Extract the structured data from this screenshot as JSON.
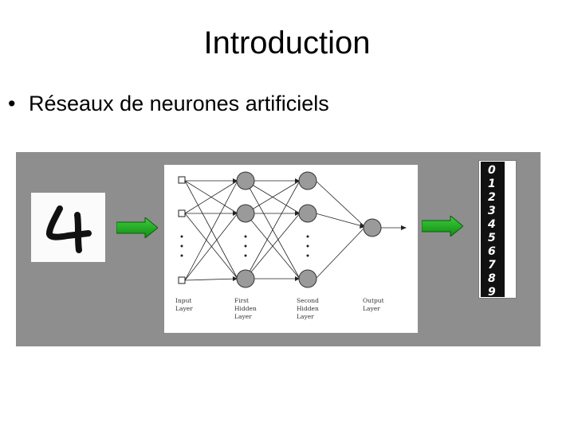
{
  "slide": {
    "title": "Introduction",
    "bullet_symbol": "•",
    "bullet_text": "Réseaux de neurones artificiels"
  },
  "input_digit": "4",
  "network": {
    "layers": [
      {
        "label_lines": [
          "Input",
          "Layer"
        ]
      },
      {
        "label_lines": [
          "First",
          "Hidden",
          "Layer"
        ]
      },
      {
        "label_lines": [
          "Second",
          "Hidden",
          "Layer"
        ]
      },
      {
        "label_lines": [
          "Output",
          "Layer"
        ]
      }
    ]
  },
  "output_digits": [
    "0",
    "1",
    "2",
    "3",
    "4",
    "5",
    "6",
    "7",
    "8",
    "9"
  ],
  "colors": {
    "panel_gray": "#8e8e8e",
    "arrow_green": "#22a022",
    "node_gray": "#9a9a9a"
  }
}
